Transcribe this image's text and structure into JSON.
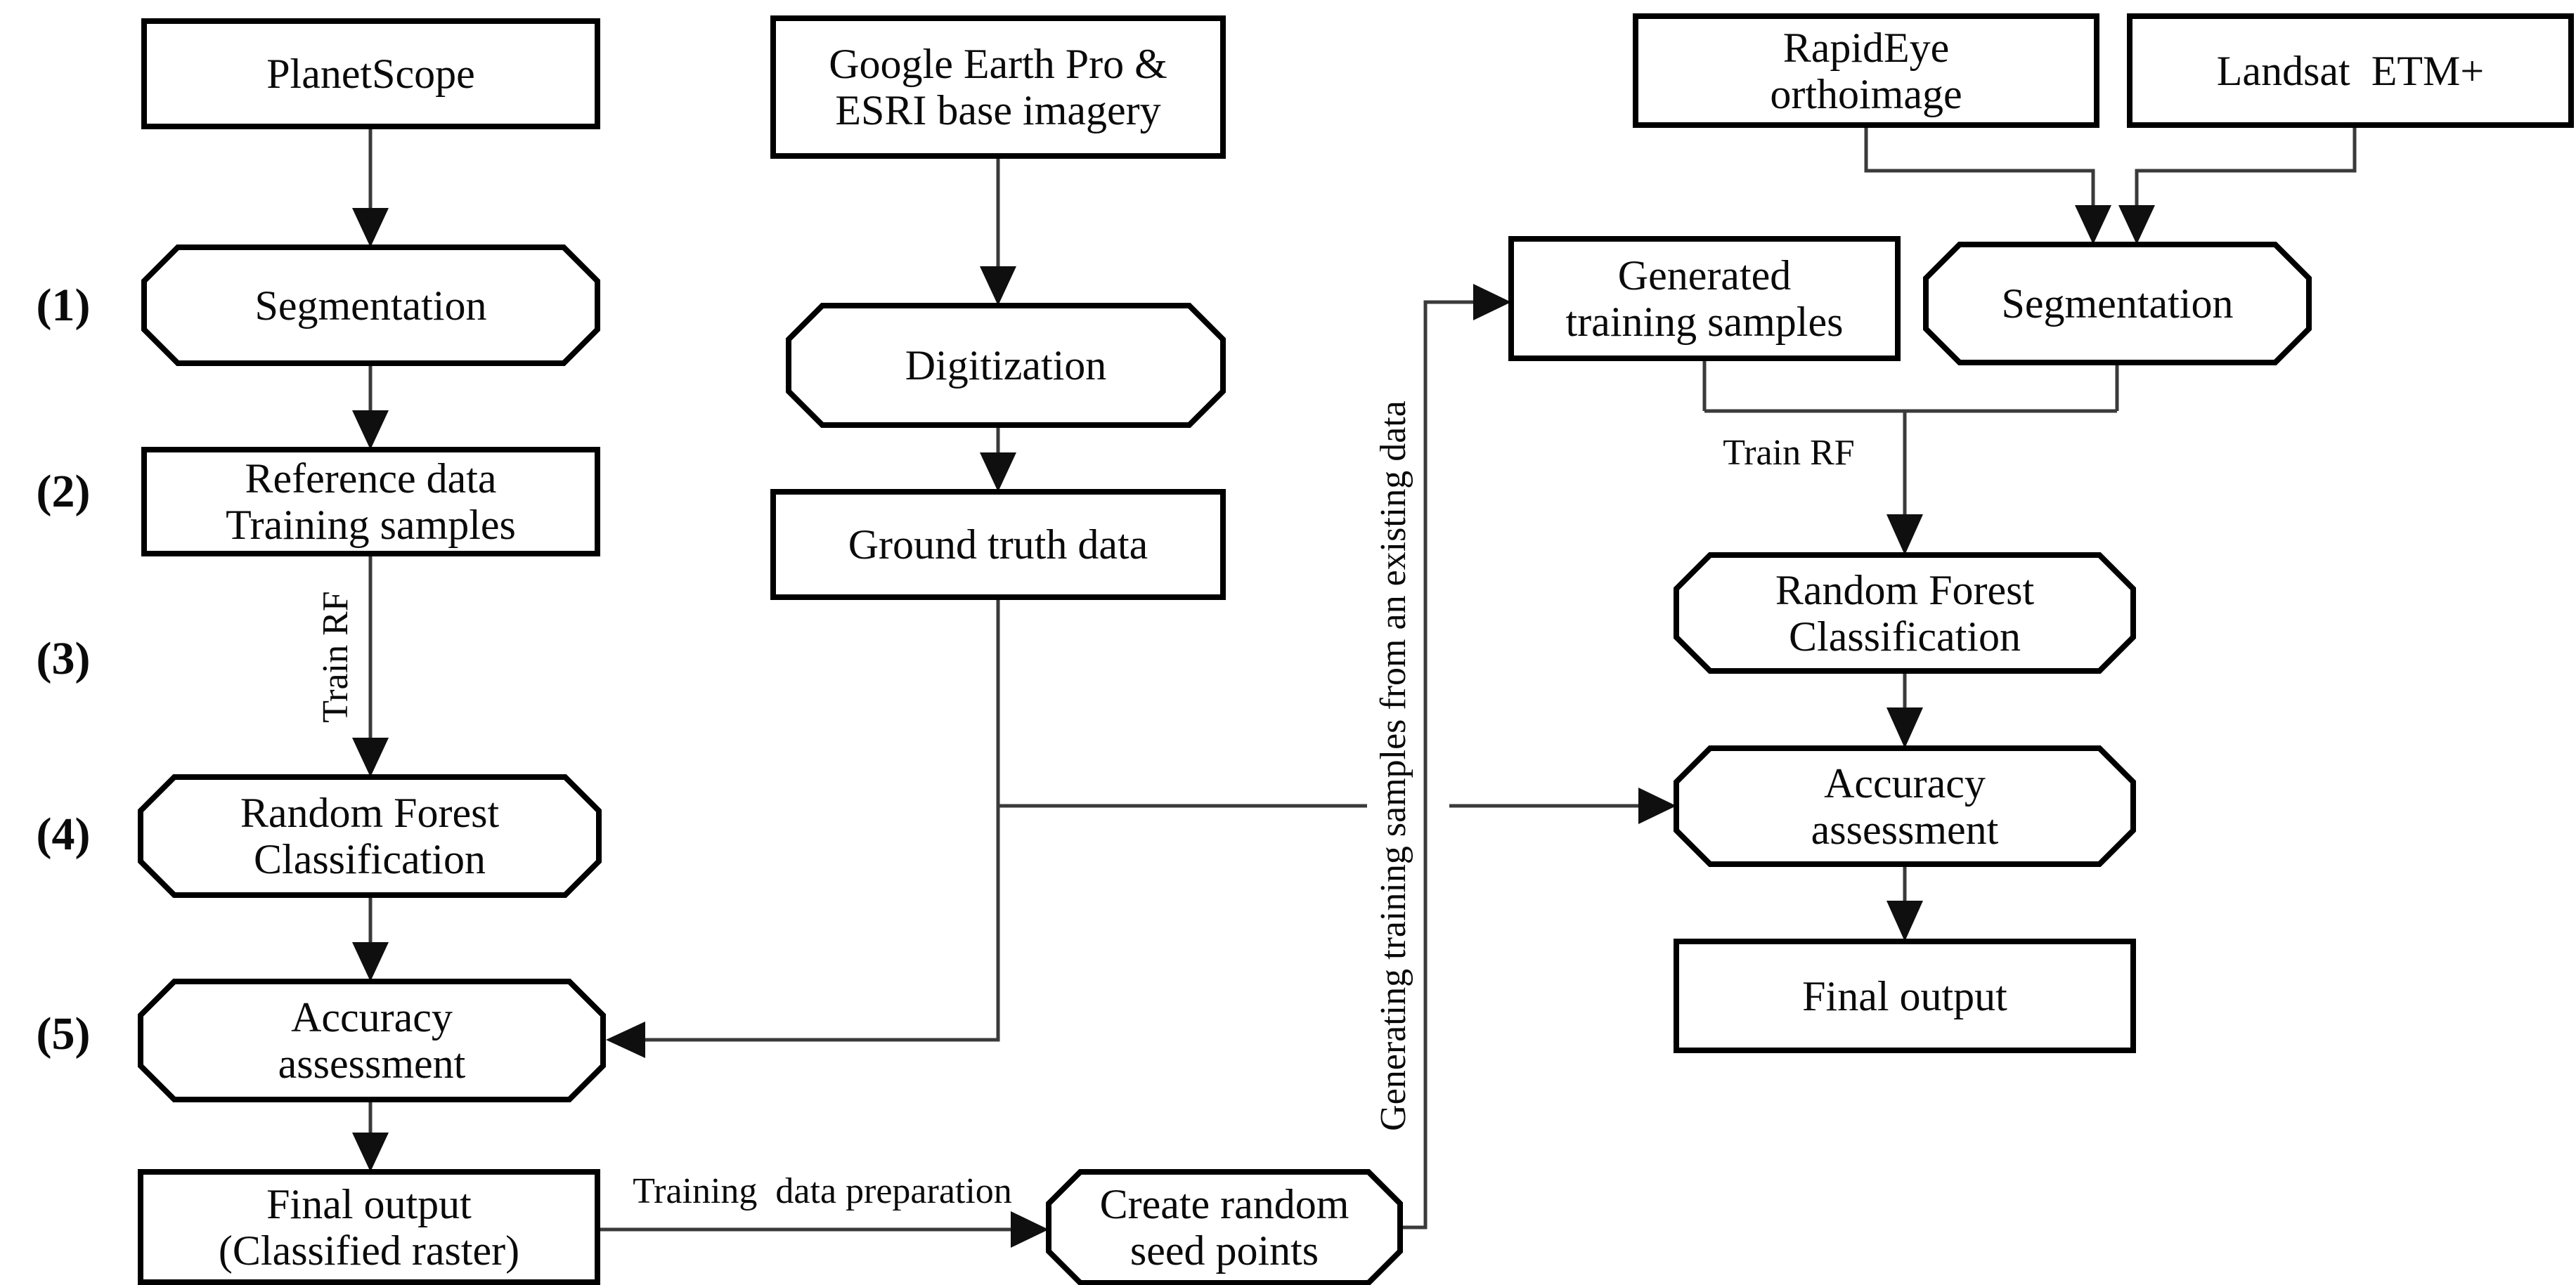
{
  "figure": {
    "type": "flowchart",
    "description_colors": {
      "background": "#ffffff",
      "box_border": "#000000",
      "connector_line": "#3a3a3a",
      "arrowhead": "#0f0f0f",
      "text": "#0a0a0a"
    }
  },
  "steps": {
    "s1": "(1)",
    "s2": "(2)",
    "s3": "(3)",
    "s4": "(4)",
    "s5": "(5)"
  },
  "nodes": {
    "planetscope": {
      "line1": "PlanetScope"
    },
    "google_earth": {
      "line1": "Google Earth Pro &",
      "line2": "ESRI base imagery"
    },
    "rapideye": {
      "line1": "RapidEye",
      "line2": "orthoimage"
    },
    "landsat": {
      "line1": "Landsat  ETM+"
    },
    "segmentation_left": {
      "line1": "Segmentation"
    },
    "digitization": {
      "line1": "Digitization"
    },
    "generated_training_samples": {
      "line1": "Generated",
      "line2": "training samples"
    },
    "segmentation_right": {
      "line1": "Segmentation"
    },
    "reference_data": {
      "line1": "Reference data",
      "line2": "Training samples"
    },
    "ground_truth": {
      "line1": "Ground truth data"
    },
    "random_forest_left": {
      "line1": "Random Forest",
      "line2": "Classification"
    },
    "random_forest_right": {
      "line1": "Random Forest",
      "line2": "Classification"
    },
    "accuracy_left": {
      "line1": "Accuracy",
      "line2": "assessment"
    },
    "accuracy_right": {
      "line1": "Accuracy",
      "line2": "assessment"
    },
    "final_output_left": {
      "line1": "Final output",
      "line2": "(Classified raster)"
    },
    "final_output_right": {
      "line1": "Final output"
    },
    "create_seed_points": {
      "line1": "Create random",
      "line2": "seed points"
    }
  },
  "edge_labels": {
    "train_rf_left": "Train RF",
    "train_rf_right": "Train RF",
    "training_data_preparation": "Training  data preparation",
    "generating_training_samples": "Generating training samples from an existing data"
  }
}
